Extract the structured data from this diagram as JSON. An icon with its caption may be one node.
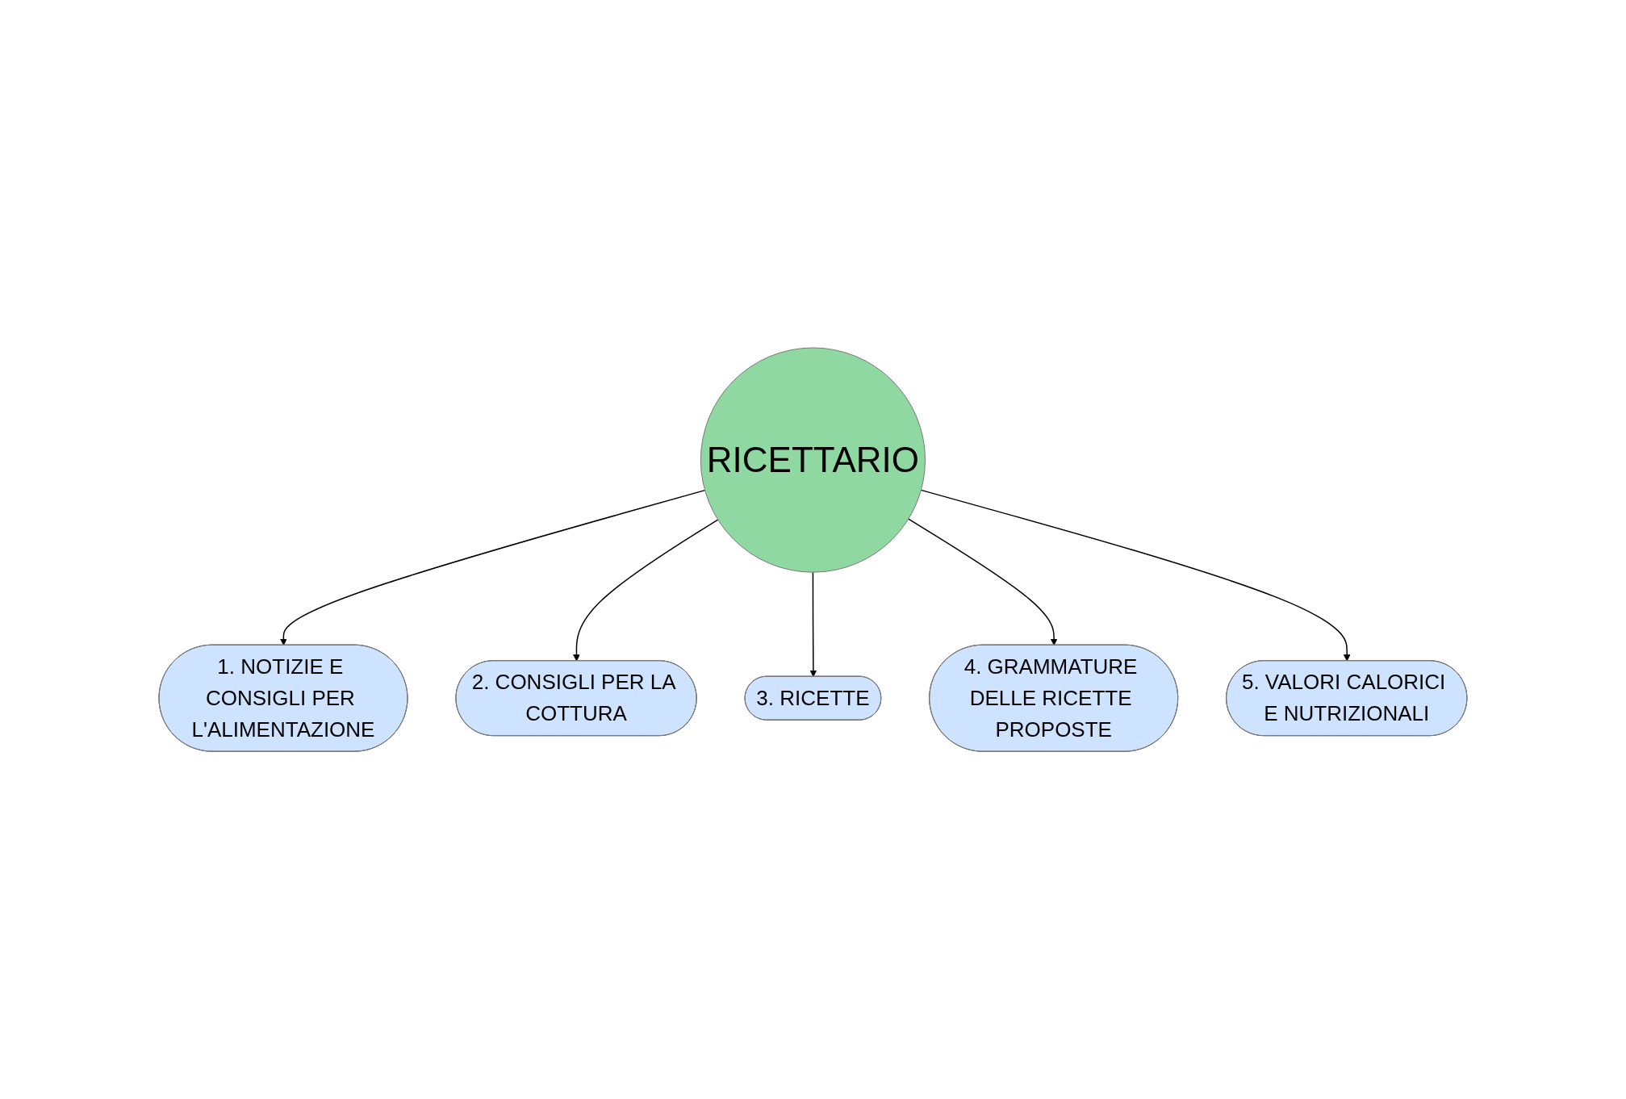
{
  "diagram": {
    "nodes": [
      {
        "text": [
          "1. NOTIZIE E CONSIGLI PER L'ALIMENTAZIONE"
        ]
      },
      {
        "text": [
          "5. VALORI CALORICI E NUTRIZIONALI"
        ]
      },
      {
        "text": [
          "2. CONSIGLI PER LA COTTURA"
        ]
      },
      {
        "text": [
          "RICETTARIO"
        ]
      },
      {
        "text": [
          "4. GRAMMATURE DELLE RICETTE PROPOSTE"
        ]
      },
      {
        "text": [
          "3. RICETTE"
        ]
      }
    ],
    "edges": [
      {
        "from": 3,
        "to": 0,
        "arrow": "to"
      },
      {
        "from": 3,
        "to": 2,
        "arrow": "to"
      },
      {
        "from": 3,
        "to": 5,
        "arrow": "to"
      },
      {
        "from": 3,
        "to": 4,
        "arrow": "to"
      },
      {
        "from": 3,
        "to": 1,
        "arrow": "to"
      }
    ]
  }
}
